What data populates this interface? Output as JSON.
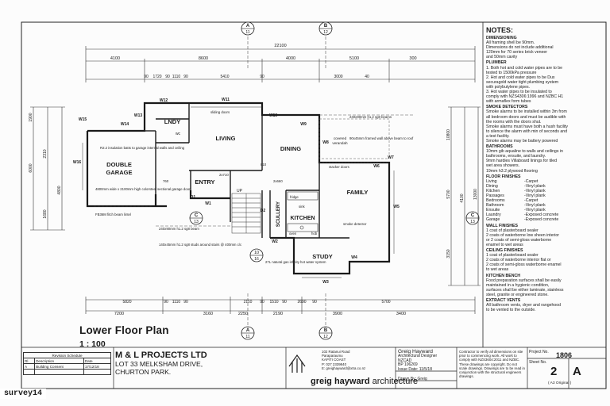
{
  "drawing": {
    "total_width_dim": "22100",
    "top_dims_1": [
      "4100",
      "8600",
      "4000",
      "5100",
      "300"
    ],
    "top_dims_2": [
      "90",
      "1720",
      "90",
      "1110",
      "90",
      "5410",
      "90",
      "3000",
      "40"
    ],
    "bottom_dims_1": [
      "5820",
      "90",
      "1110",
      "90",
      "2110",
      "90",
      "1510",
      "90",
      "2690",
      "90",
      "5700"
    ],
    "bottom_dims_2": [
      "7200",
      "3160",
      "2250",
      "2190",
      "3900",
      "3400"
    ],
    "left_dims": [
      "1900",
      "2310",
      "6000",
      "4800",
      "1680"
    ],
    "right_dims": [
      "10800",
      "13000",
      "5700",
      "4100",
      "3150"
    ],
    "rooms": {
      "lndy": "LNDY",
      "living": "LIVING",
      "dining": "DINING",
      "double_garage": "DOUBLE\nGARAGE",
      "entry": "ENTRY",
      "family": "FAMILY",
      "kitchen": "KITCHEN",
      "scullery": "SCULLERY",
      "study": "STUDY",
      "wc": "wc",
      "covered_verandah": "covered\nverandah"
    },
    "windows": [
      "W12",
      "W11",
      "W13",
      "W14",
      "W15",
      "W16",
      "W10",
      "W9",
      "W8",
      "W7",
      "W6",
      "W5",
      "W4",
      "W3",
      "W2",
      "W1",
      "D1",
      "D2"
    ],
    "annotations": {
      "sliding_doors": "sliding doors",
      "stacker_doors": "stacker doors",
      "beam_1": "240x90mm h1.2 sg8 beams",
      "beam_2": "90x45mm framed wall above beam to roof",
      "beam_3": "240x90mm h1.2 sg8 beam",
      "garage_insulation": "R2.2 insulation batts to garage internal walls and ceiling",
      "garage_door": "4800mm wide x 2100mm high colorsteel sectional garage door",
      "garage_lintel": "FB36M fitch beam lintel",
      "studs": "140x45mm h1.2 sg8 studs around stairs @ 400mm c/c",
      "gas": "27L natural gas infinity hot water system",
      "smoke": "smoke detector",
      "stair": "UP",
      "dims_2x710": "2x710",
      "dims_2x660": "2x660",
      "dims_810": "810",
      "dims_760": "760",
      "fridge": "fridge",
      "oven": "oven",
      "hob": "hob",
      "sink": "sink"
    },
    "section_markers": [
      {
        "letter": "A",
        "num": "11"
      },
      {
        "letter": "B",
        "num": "12"
      },
      {
        "letter": "C",
        "num": "13"
      },
      {
        "letter": "C",
        "num": "13"
      },
      {
        "letter": "A",
        "num": "11"
      },
      {
        "letter": "B",
        "num": "12"
      }
    ],
    "detail_marker": {
      "num": "10",
      "sheet": "16"
    }
  },
  "notes": {
    "title": "NOTES:",
    "sections": [
      {
        "heading": "DIMENSIONING",
        "lines": [
          "All framing shell be 90mm.",
          "Dimensions do not include additional",
          "120mm for 70 series brick veneer",
          "and 50mm cavity"
        ]
      },
      {
        "heading": "PLUMBER",
        "lines": [
          "1. Both hot and cold water pipes are to be",
          "tested to 1500kPa pressure",
          "2. Hot and cold water pipes to be Dux",
          "securagold water tight plumbing system",
          "with polybutylene pipes.",
          "3. Hot water pipes to be insulated to",
          "comply with NZS4306:1996 and NZBC H1",
          "with armaflex form tubes"
        ]
      },
      {
        "heading": "SMOKE DETECTORS",
        "lines": [
          "Smoke alarms to be installed within 3m from",
          "all bedroom doors and must be audible with",
          "the rooms with the doors shut.",
          "Smoke alarms must have both a hush facility",
          "to silence the alarm with min of seconds and",
          "a test facility.",
          "Smoke alarms may be battery powered"
        ]
      },
      {
        "heading": "BATHROOMS",
        "lines": [
          "10mm gib aqualine to walls and ceilings in",
          "bathrooms, ensuite, and laundry.",
          "9mm hardies Villaboard linings for tiled",
          "wet area showers.",
          "19mm h3.2 plywood flooring"
        ]
      }
    ],
    "floor_finishes_heading": "FLOOR FINISHES",
    "floor_finishes": [
      {
        "room": "Living",
        "finish": "-Carpet"
      },
      {
        "room": "Dining",
        "finish": "-Vinyl plank"
      },
      {
        "room": "Kitchen",
        "finish": "-Vinyl plank"
      },
      {
        "room": "Passages",
        "finish": "-Vinyl plank"
      },
      {
        "room": "Bedrooms",
        "finish": "-Carpet"
      },
      {
        "room": "Bathroom",
        "finish": "-Vinyl plank"
      },
      {
        "room": "Ensuite",
        "finish": "-Vinyl plank"
      },
      {
        "room": "Laundry",
        "finish": "-Exposed concrete"
      },
      {
        "room": "Garage",
        "finish": "-Exposed concrete"
      }
    ],
    "sections_after": [
      {
        "heading": "WALL FINISHES",
        "lines": [
          "1 coat of plasterboard sealer",
          "2 coats of waterborne low sheen interior",
          "or 2 coats of semi-gloss waterborne",
          "enamel to wet areas"
        ]
      },
      {
        "heading": "CEILING FINISHES",
        "lines": [
          "1 coat of plasterboard sealer",
          "2 coats of waterborne interior flat or",
          "2 coats of semi-gloss waterborne enamel",
          "to wet areas"
        ]
      },
      {
        "heading": "KITCHEN BENCH",
        "lines": [
          "Food preparation surfaces shall be easily",
          "maintained in a hygienic condition,",
          "surfaces shall be either  laminate, stainless",
          "steel, granite or engineered stone."
        ]
      },
      {
        "heading": "EXTRACT VENTS",
        "lines": [
          "All bathroom vents, dryer and rangehood",
          "to be vented to the outside."
        ]
      }
    ]
  },
  "title_block": {
    "plan_title": "Lower Floor Plan",
    "scale": "1 : 100",
    "revision_schedule": {
      "title": "Revision Schedule",
      "headers": [
        "Rl.",
        "Description",
        "Date"
      ],
      "rows": [
        [
          "A",
          "Building Consent",
          "17/12/18"
        ]
      ]
    },
    "client": "M & L PROJECTS LTD",
    "address_1": "LOT 33 MELKSHAM DRIVE,",
    "address_2": "CHURTON PARK.",
    "brand_address": [
      "102 Ratanui Road",
      "Paraparaumu",
      "KAPITI COAST",
      "P: 027 2339840",
      "E: greighayward@xtra.co.nz"
    ],
    "brand_name_bold": "greig hayward",
    "brand_name_light": "architecture",
    "designer": {
      "name": "Greig Hayward",
      "title": "Architectural Designer",
      "org": "NZCAD",
      "bp": "BP 106269",
      "issue_date_label": "Issue Date:",
      "issue_date": "11/5/18",
      "drawn_by_label": "Drawn By:",
      "drawn_by": "Greig"
    },
    "contractor_note": "Contractor to verify all dimensions on site prior to commencing work. All work to comply with NZS3604:2011 and NZBC. These drawings are copyright. Do not scale drawings. Drawings are to be read in conjunction with the structural engineers drawings.",
    "project_no_label": "Project No.",
    "project_no": "1806",
    "sheet_no_label": "Sheet No.",
    "sheet_no": "2",
    "revision": "A",
    "sheet_size": "( A3 Original )"
  },
  "stamp": "survey14"
}
